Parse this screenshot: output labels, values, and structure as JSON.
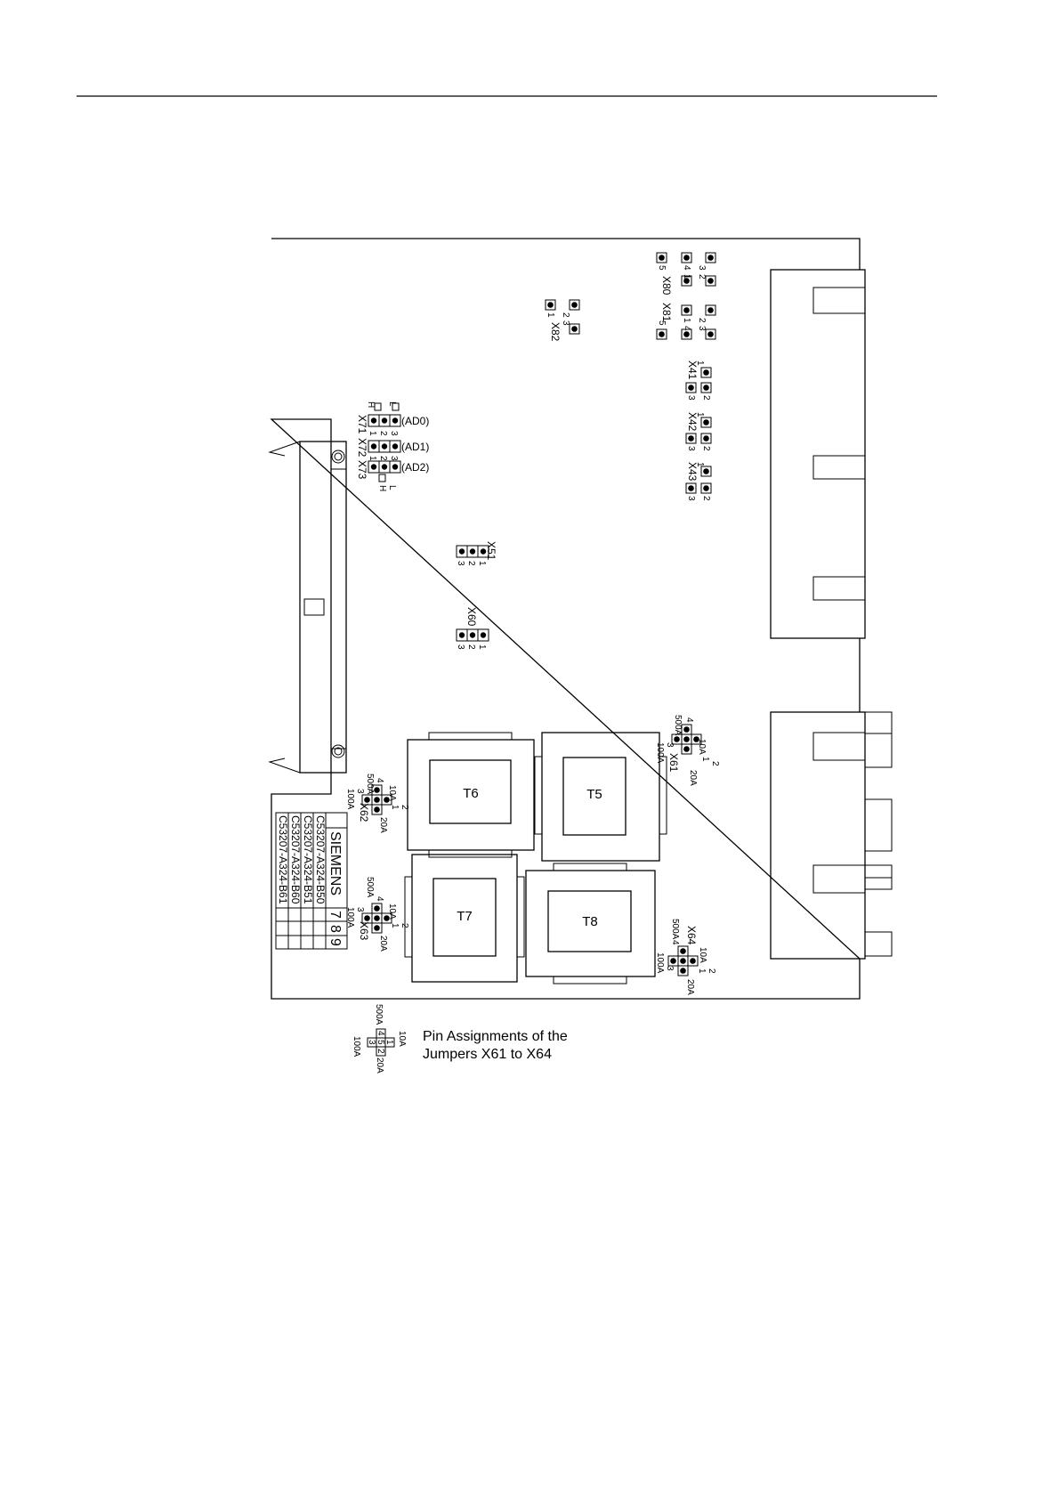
{
  "jumpers": {
    "x80": "X80",
    "x81": "X81",
    "x82": "X82",
    "x41": "X41",
    "x42": "X42",
    "x43": "X43",
    "x51": "X51",
    "x60": "X60",
    "x61": "X61",
    "x62": "X62",
    "x63": "X63",
    "x64": "X64",
    "x71": "X71",
    "x72": "X72",
    "x73": "X73"
  },
  "address_labels": {
    "ad0": "(AD0)",
    "ad1": "(AD1)",
    "ad2": "(AD2)",
    "h": "H",
    "l": "L"
  },
  "pins": {
    "p1": "1",
    "p2": "2",
    "p3": "3",
    "p4": "4",
    "p5": "5"
  },
  "ranges": {
    "r10a": "10A",
    "r20a": "20A",
    "r100a": "100A",
    "r500a": "500A"
  },
  "transformers": {
    "t5": "T5",
    "t6": "T6",
    "t7": "T7",
    "t8": "T8"
  },
  "label_table": {
    "brand": "SIEMENS",
    "columns": [
      "7",
      "8",
      "9"
    ],
    "part_numbers": [
      "C53207-A324-B50",
      "C53207-A324-B51",
      "C53207-A324-B60",
      "C53207-A324-B61"
    ]
  },
  "caption": {
    "line1": "Pin Assignments of the",
    "line2": "Jumpers X61 to X64"
  }
}
